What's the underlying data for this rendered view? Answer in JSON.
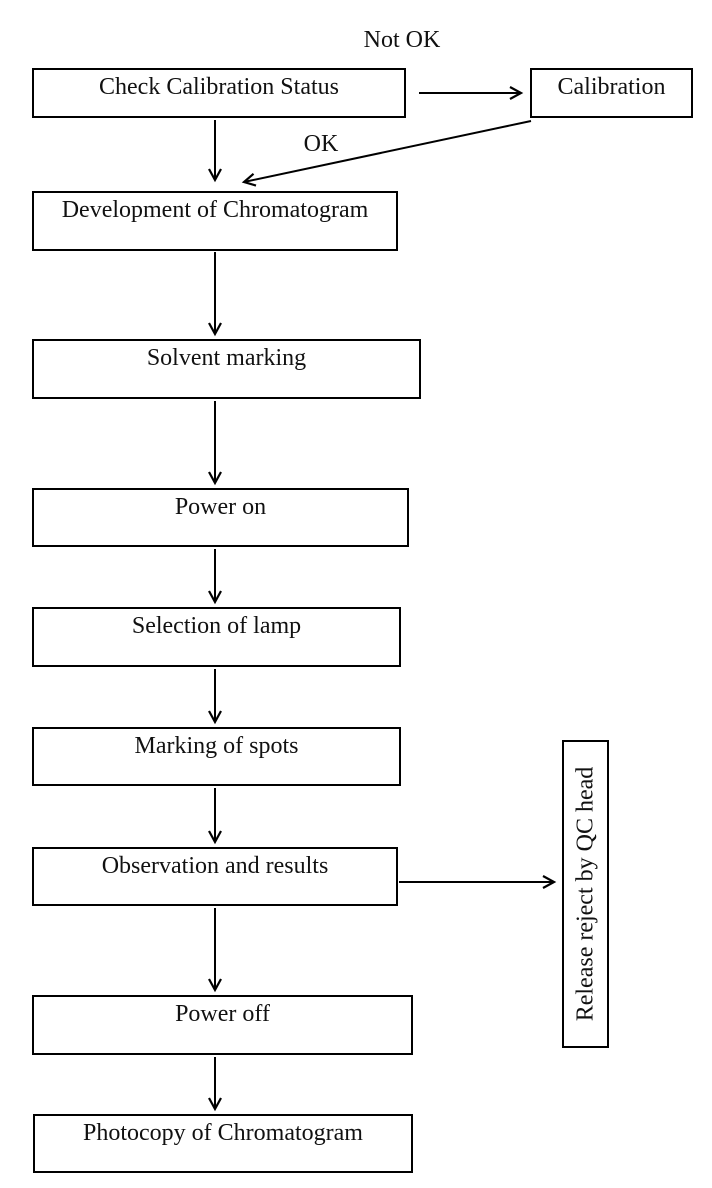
{
  "flowchart": {
    "nodes": {
      "check_calibration": "Check Calibration Status",
      "calibration": "Calibration",
      "development": "Development of Chromatogram",
      "solvent_marking": "Solvent marking",
      "power_on": "Power on",
      "selection_of_lamp": "Selection of lamp",
      "marking_of_spots": "Marking of spots",
      "observation": "Observation and results",
      "power_off": "Power off",
      "photocopy": "Photocopy of Chromatogram",
      "release_reject": "Release reject by QC head"
    },
    "edge_labels": {
      "not_ok": "Not OK",
      "ok": "OK"
    },
    "colors": {
      "line": "#000000",
      "text": "#111111",
      "background": "#ffffff"
    }
  }
}
